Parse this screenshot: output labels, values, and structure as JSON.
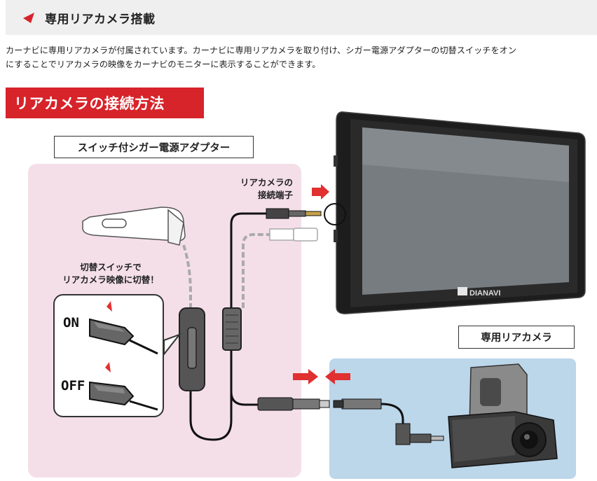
{
  "header": {
    "title": "専用リアカメラ搭載"
  },
  "intro": {
    "line1": "カーナビに専用リアカメラが付属されています。カーナビに専用リアカメラを取り付け、シガー電源アダプターの切替スイッチをオン",
    "line2": "にすることでリアカメラの映像をカーナビのモニターに表示することができます。"
  },
  "banner": {
    "title": "リアカメラの接続方法"
  },
  "diagram": {
    "adapter_label": "スイッチ付シガー電源アダプター",
    "camera_label": "専用リアカメラ",
    "port_label_line1": "リアカメラの",
    "port_label_line2": "接続端子",
    "switch_note_line1": "切替スイッチで",
    "switch_note_line2": "リアカメラ映像に切替！",
    "switch_on": "ON",
    "switch_off": "OFF",
    "brand": "DIANAVI",
    "brand_mark": "dl"
  },
  "colors": {
    "accent_red": "#d7232a",
    "header_bg": "#efefef",
    "pink_panel": "#f4dfe9",
    "blue_panel": "#bcd6ea"
  }
}
